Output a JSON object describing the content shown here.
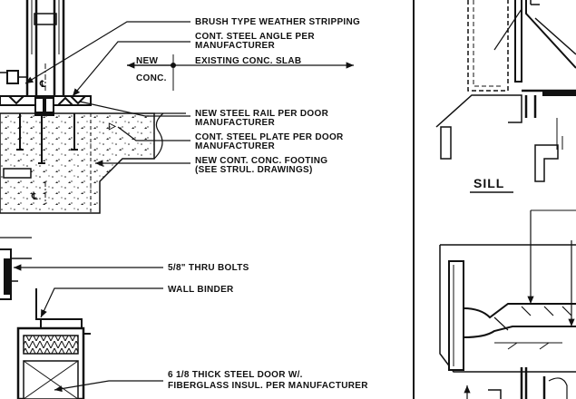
{
  "sheet": {
    "labels_upper": {
      "brush": "BRUSH TYPE WEATHER STRIPPING",
      "angle_1": "CONT. STEEL ANGLE PER",
      "angle_2": "MANUFACTURER",
      "new": "NEW",
      "conc": "CONC.",
      "existing": "EXISTING CONC. SLAB",
      "rail_1": "NEW STEEL RAIL PER DOOR",
      "rail_2": "MANUFACTURER",
      "plate_1": "CONT. STEEL PLATE PER DOOR",
      "plate_2": "MANUFACTURER",
      "footing_1": "NEW CONT. CONC. FOOTING",
      "footing_2": "(SEE STRUL. DRAWINGS)"
    },
    "labels_lower": {
      "bolts": "5/8\" THRU BOLTS",
      "binder": "WALL BINDER",
      "door_1": "6 1/8 THICK STEEL DOOR W/.",
      "door_2": "FIBERGLASS INSUL. PER MANUFACTURER"
    },
    "centerline": "℄",
    "sill_title": "SILL"
  }
}
